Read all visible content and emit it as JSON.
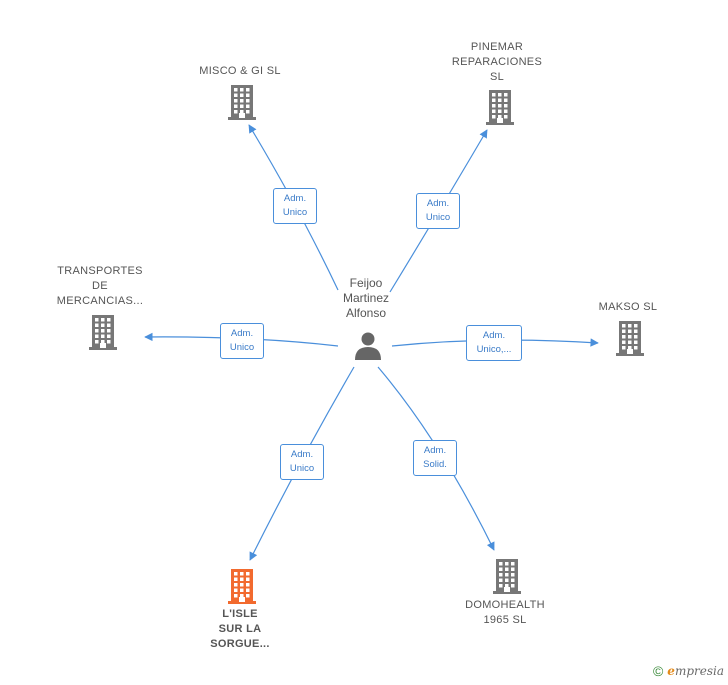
{
  "center": {
    "label": "Feijoo\nMartinez\nAlfonso",
    "icon": "person-icon"
  },
  "nodes": [
    {
      "id": "misco",
      "label": "MISCO & GI  SL",
      "icon": "building-icon",
      "color": "#777777"
    },
    {
      "id": "pinemar",
      "label": "PINEMAR\nREPARACIONES\nSL",
      "icon": "building-icon",
      "color": "#777777"
    },
    {
      "id": "transportes",
      "label": "TRANSPORTES\nDE\nMERCANCIAS...",
      "icon": "building-icon",
      "color": "#777777"
    },
    {
      "id": "makso",
      "label": "MAKSO  SL",
      "icon": "building-icon",
      "color": "#777777"
    },
    {
      "id": "lisle",
      "label": "L'ISLE\nSUR LA\nSORGUE...",
      "icon": "building-icon",
      "color": "#f26a2e"
    },
    {
      "id": "domohealth",
      "label": "DOMOHEALTH\n1965  SL",
      "icon": "building-icon",
      "color": "#777777"
    }
  ],
  "relations": [
    {
      "id": "r-misco",
      "label": "Adm.\nUnico"
    },
    {
      "id": "r-pinemar",
      "label": "Adm.\nUnico"
    },
    {
      "id": "r-transportes",
      "label": "Adm.\nUnico"
    },
    {
      "id": "r-makso",
      "label": "Adm.\nUnico,..."
    },
    {
      "id": "r-lisle",
      "label": "Adm.\nUnico"
    },
    {
      "id": "r-domohealth",
      "label": "Adm.\nSolid."
    }
  ],
  "colors": {
    "edge": "#4a8fdb",
    "building": "#777777",
    "building_highlight": "#f26a2e",
    "person": "#666666"
  },
  "footer": {
    "copyright": "©",
    "brand_initial": "e",
    "brand_rest": "mpresia"
  }
}
